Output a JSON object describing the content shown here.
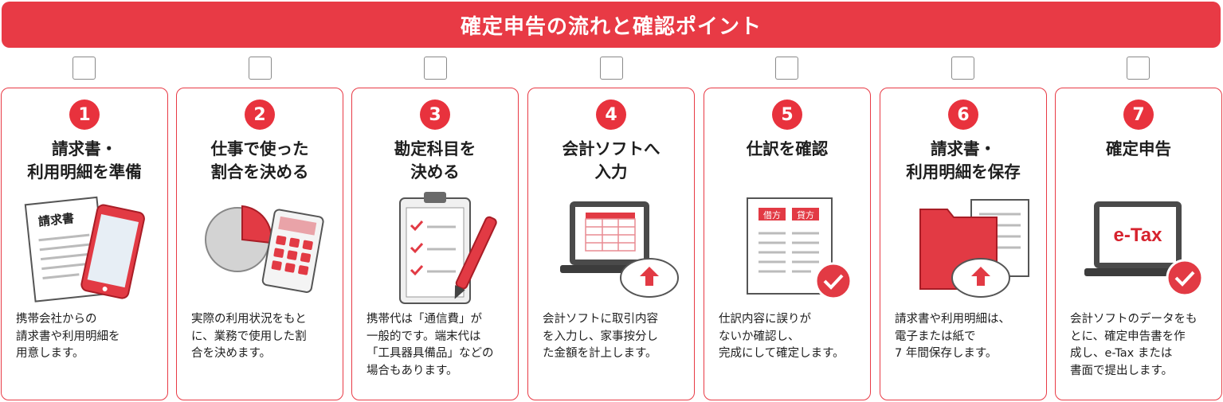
{
  "banner": {
    "title": "確定申告の流れと確認ポイント"
  },
  "colors": {
    "accent": "#e83a45",
    "dark_red": "#c21f2a",
    "gray": "#4a4a4a"
  },
  "steps": [
    {
      "num": "1",
      "title": [
        "請求書・",
        "利用明細を準備"
      ],
      "desc": [
        "携帯会社からの",
        "請求書や利用明細を",
        "用意します。"
      ],
      "illustration_label": "請求書",
      "icon": "invoice-and-phone-icon"
    },
    {
      "num": "2",
      "title": [
        "仕事で使った",
        "割合を決める"
      ],
      "desc": [
        "実際の利用状況をもと",
        "に、業務で使用した割",
        "合を決めます。"
      ],
      "icon": "pie-chart-calculator-icon"
    },
    {
      "num": "3",
      "title": [
        "勘定科目を",
        "決める"
      ],
      "desc": [
        "携帯代は「通信費」が",
        "一般的です。端末代は",
        "「工具器具備品」などの",
        "場合もあります。"
      ],
      "icon": "clipboard-checklist-pen-icon"
    },
    {
      "num": "4",
      "title": [
        "会計ソフトへ",
        "入力"
      ],
      "desc": [
        "会計ソフトに取引内容",
        "を入力し、家事按分し",
        "た金額を計上します。"
      ],
      "icon": "laptop-cloud-upload-icon"
    },
    {
      "num": "5",
      "title": [
        "仕訳を確認"
      ],
      "desc": [
        "仕訳内容に誤りが",
        "ないか確認し、",
        "完成にして確定します。"
      ],
      "illustration_labels": [
        "借方",
        "貸方"
      ],
      "icon": "ledger-checkmark-icon"
    },
    {
      "num": "6",
      "title": [
        "請求書・",
        "利用明細を保存"
      ],
      "desc": [
        "請求書や利用明細は、",
        "電子または紙で",
        "7 年間保存します。"
      ],
      "icon": "folder-cloud-upload-icon"
    },
    {
      "num": "7",
      "title": [
        "確定申告"
      ],
      "desc": [
        "会計ソフトのデータをも",
        "とに、確定申告書を作",
        "成し、e-Tax または",
        "書面で提出します。"
      ],
      "illustration_label": "e-Tax",
      "icon": "laptop-etax-check-icon"
    }
  ]
}
